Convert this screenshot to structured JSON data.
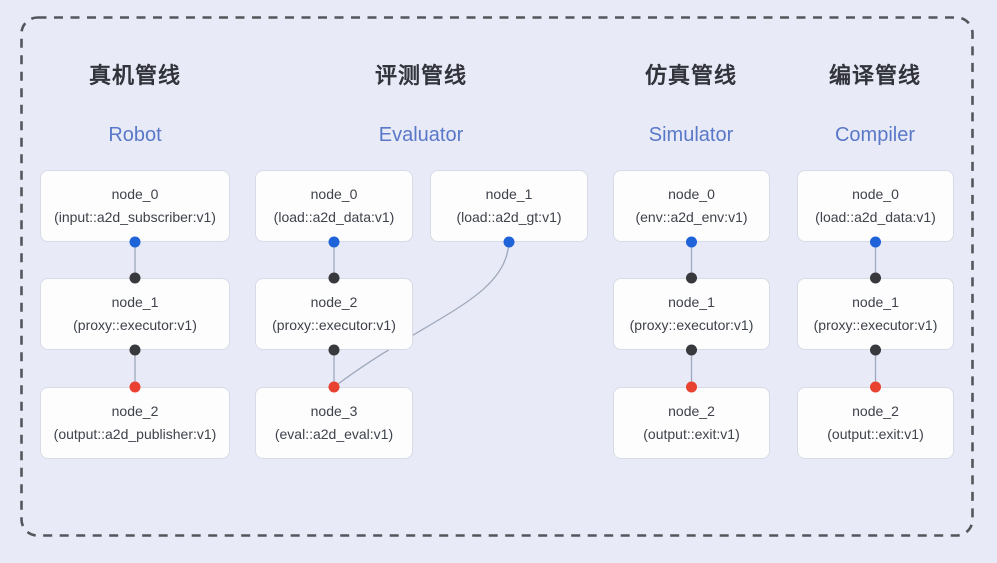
{
  "diagram_title": "",
  "pipelines": [
    {
      "title_zh": "真机管线",
      "title_en": "Robot",
      "nodes": [
        {
          "name": "node_0",
          "type": "(input::a2d_subscriber:v1)"
        },
        {
          "name": "node_1",
          "type": "(proxy::executor:v1)"
        },
        {
          "name": "node_2",
          "type": "(output::a2d_publisher:v1)"
        }
      ]
    },
    {
      "title_zh": "评测管线",
      "title_en": "Evaluator",
      "nodes": [
        {
          "name": "node_0",
          "type": "(load::a2d_data:v1)"
        },
        {
          "name": "node_1",
          "type": "(load::a2d_gt:v1)"
        },
        {
          "name": "node_2",
          "type": "(proxy::executor:v1)"
        },
        {
          "name": "node_3",
          "type": "(eval::a2d_eval:v1)"
        }
      ]
    },
    {
      "title_zh": "仿真管线",
      "title_en": "Simulator",
      "nodes": [
        {
          "name": "node_0",
          "type": "(env::a2d_env:v1)"
        },
        {
          "name": "node_1",
          "type": "(proxy::executor:v1)"
        },
        {
          "name": "node_2",
          "type": "(output::exit:v1)"
        }
      ]
    },
    {
      "title_zh": "编译管线",
      "title_en": "Compiler",
      "nodes": [
        {
          "name": "node_0",
          "type": "(load::a2d_data:v1)"
        },
        {
          "name": "node_1",
          "type": "(proxy::executor:v1)"
        },
        {
          "name": "node_2",
          "type": "(output::exit:v1)"
        }
      ]
    }
  ],
  "colors": {
    "background": "#e8ebf7",
    "box_fill": "#fdfdfe",
    "box_border": "#d7dbe6",
    "title_zh": "#32333b",
    "title_en": "#5a78c8",
    "node_text": "#3e424a",
    "edge": "#9fa8bc",
    "dashed_border": "#54565c",
    "dot_input_blue": "#1f63d8",
    "dot_proxy_black": "#38393d",
    "dot_output_red": "#e94230"
  }
}
